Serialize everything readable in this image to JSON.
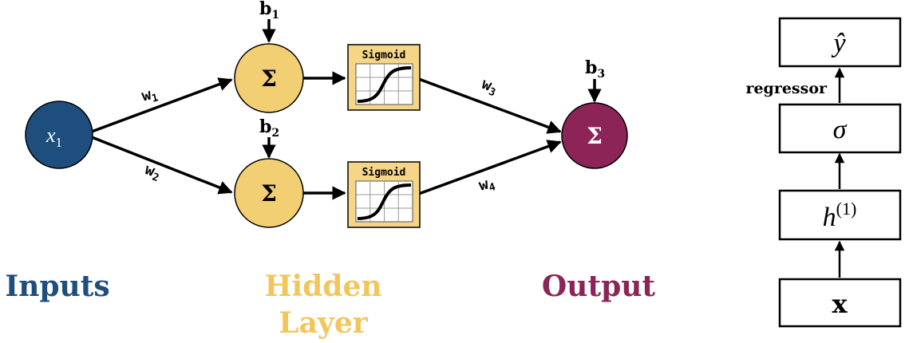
{
  "network": {
    "input_node": {
      "label": "x",
      "subscript": "1",
      "color": "#1e4e7d"
    },
    "hidden_nodes": [
      {
        "label": "Σ",
        "bias": "b",
        "bias_sub": "1"
      },
      {
        "label": "Σ",
        "bias": "b",
        "bias_sub": "2"
      }
    ],
    "hidden_color": "#f2cf73",
    "activation_label": "Sigmoid",
    "activation_color": "#f5d587",
    "output_node": {
      "label": "Σ",
      "bias": "b",
      "bias_sub": "3",
      "color": "#8c2458"
    },
    "weights": [
      {
        "label": "w",
        "sub": "1"
      },
      {
        "label": "w",
        "sub": "2"
      },
      {
        "label": "w",
        "sub": "3"
      },
      {
        "label": "w",
        "sub": "4"
      }
    ],
    "section_labels": {
      "inputs": "Inputs",
      "hidden_line1": "Hidden",
      "hidden_line2": "Layer",
      "output": "Output"
    },
    "section_colors": {
      "inputs": "#1e4e7d",
      "hidden": "#f2c65c",
      "output": "#8c2458"
    }
  },
  "stack": {
    "boxes": [
      {
        "label": "ŷ"
      },
      {
        "label": "σ"
      },
      {
        "label": "h",
        "sup": "(1)"
      },
      {
        "label": "x"
      }
    ],
    "regressor_label": "regressor"
  }
}
